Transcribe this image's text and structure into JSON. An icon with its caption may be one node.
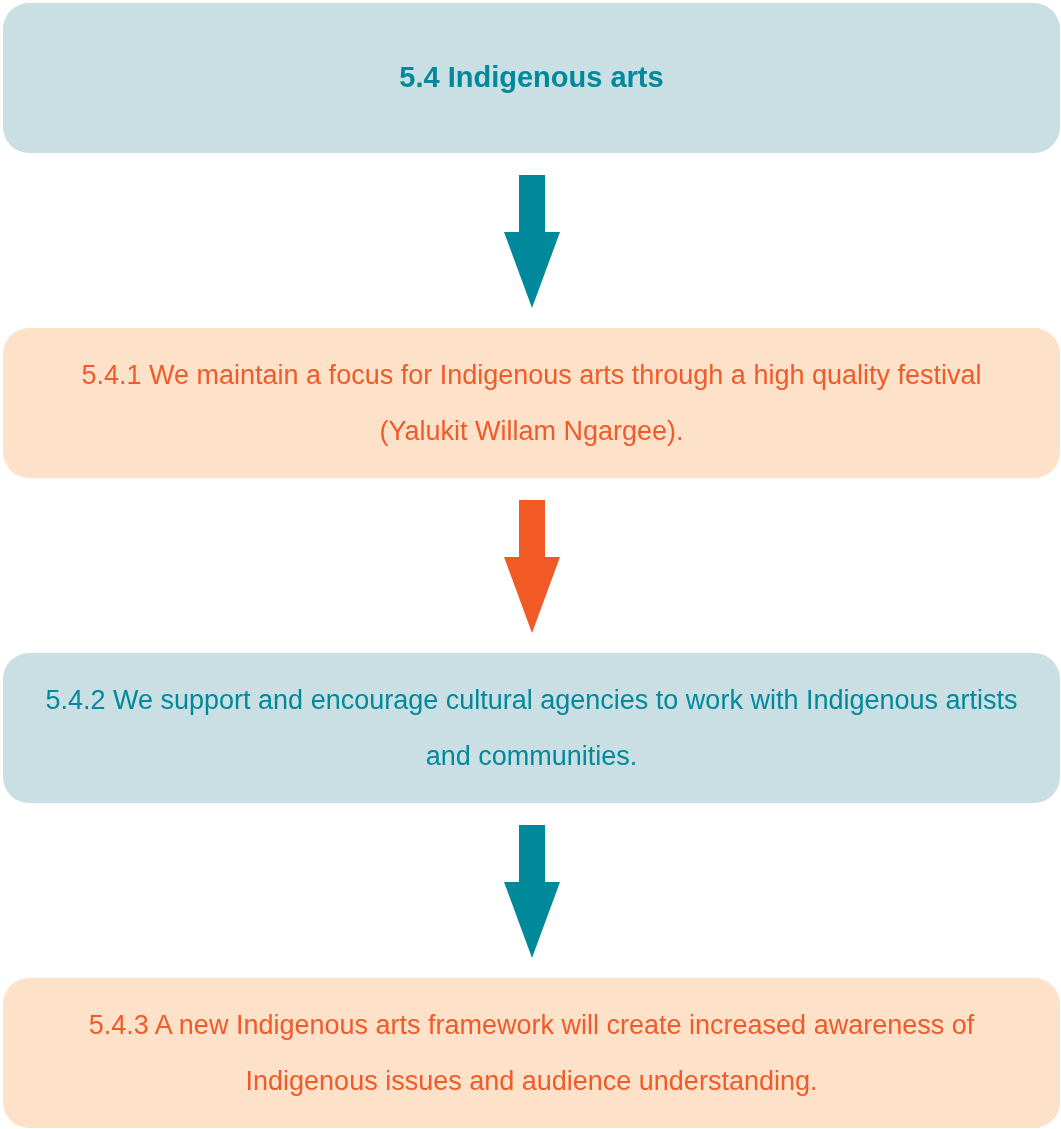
{
  "diagram": {
    "nodes": [
      {
        "text": [
          "5.4 Indigenous arts"
        ]
      },
      {
        "text": [
          "5.4.1 We maintain a focus for Indigenous arts through a high quality festival (Yalukit Willam Ngargee)."
        ]
      },
      {
        "text": [
          "5.4.2 We support and encourage cultural agencies to work with Indigenous artists and communities."
        ]
      },
      {
        "text": [
          "5.4.3 A new Indigenous arts framework will create increased awareness of Indigenous issues and audience understanding."
        ]
      }
    ],
    "edges": [
      {
        "from": 0,
        "to": 1,
        "arrow": "to",
        "style": "thick"
      },
      {
        "from": 1,
        "to": 2,
        "arrow": "to",
        "style": "thick",
        "color": "#f15a24"
      },
      {
        "from": 2,
        "to": 3,
        "arrow": "to",
        "style": "thick"
      }
    ]
  }
}
